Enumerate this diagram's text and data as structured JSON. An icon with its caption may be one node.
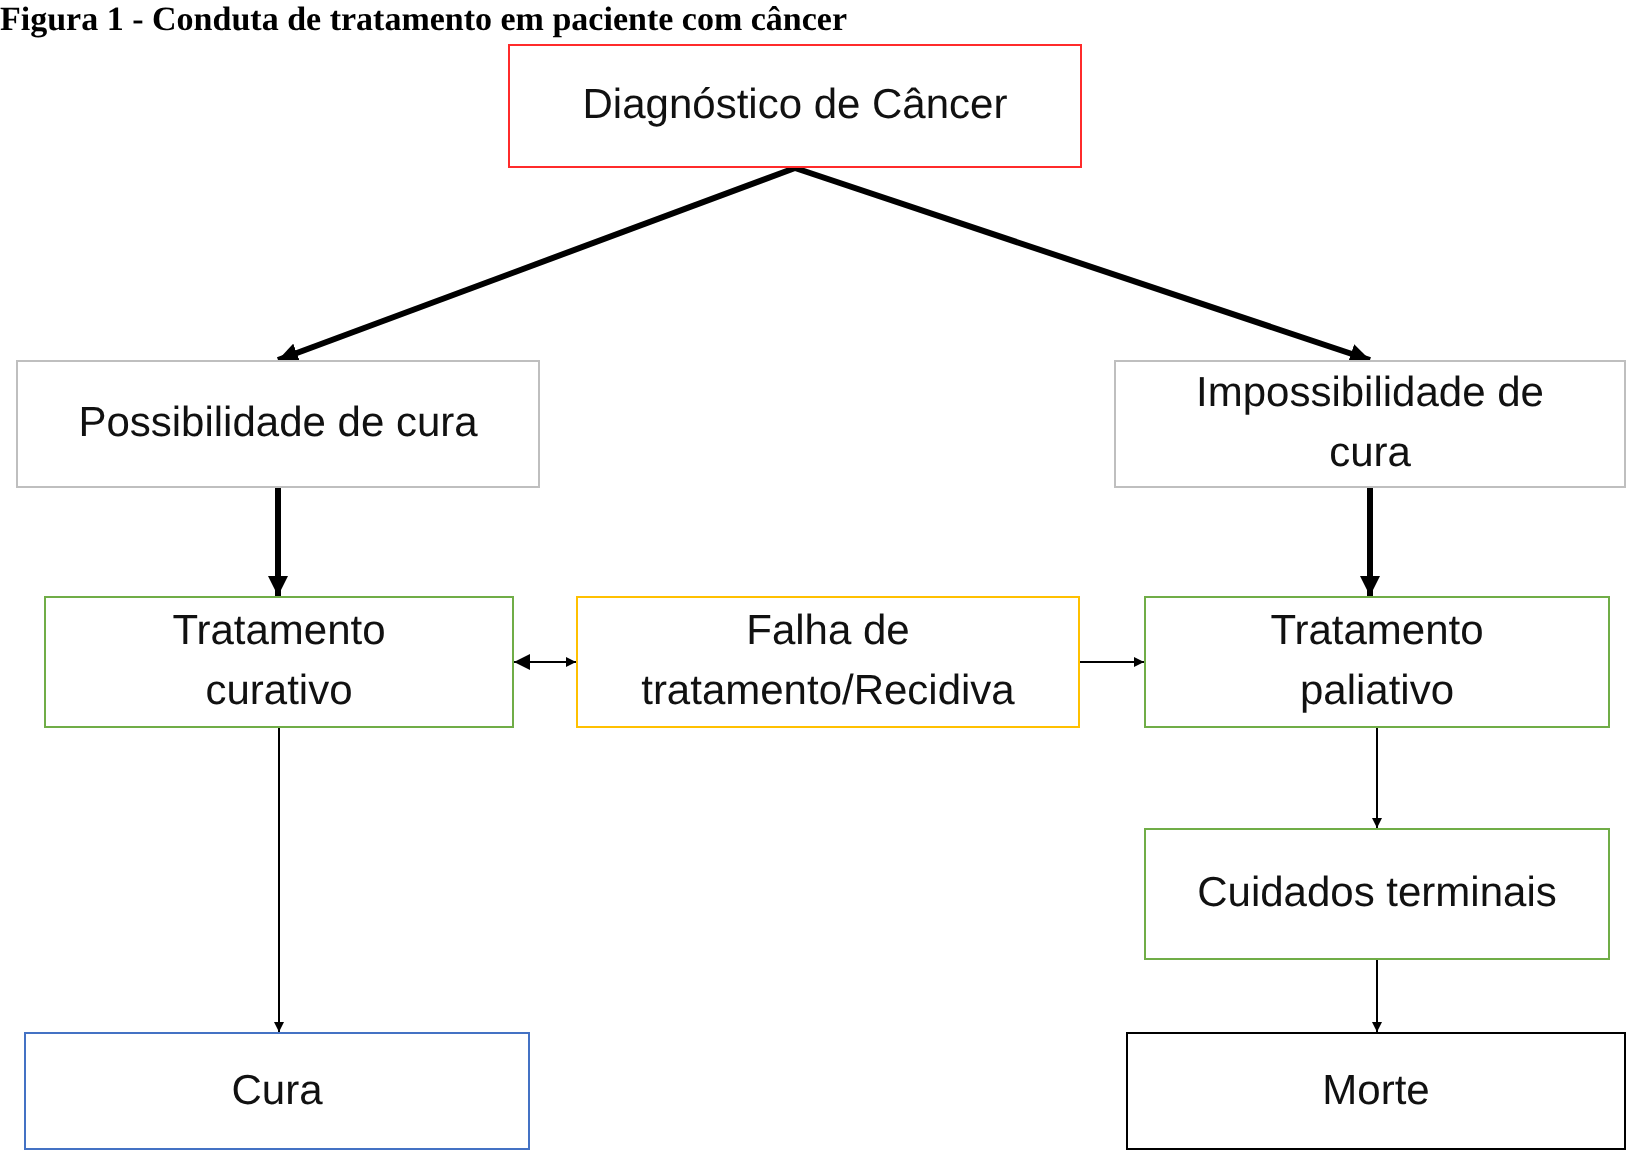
{
  "diagram": {
    "title": "Figura 1 - Conduta de tratamento em paciente com câncer",
    "nodes": [
      {
        "text": [
          "Diagnóstico de Câncer"
        ]
      },
      {
        "text": [
          "Possibilidade de cura"
        ]
      },
      {
        "text": [
          "Impossibilidade de cura"
        ]
      },
      {
        "text": [
          "Tratamento curativo"
        ]
      },
      {
        "text": [
          "Falha de tratamento/Recidiva"
        ]
      },
      {
        "text": [
          "Tratamento paliativo"
        ]
      },
      {
        "text": [
          "Cuidados terminais"
        ]
      },
      {
        "text": [
          "Cura"
        ]
      },
      {
        "text": [
          "Morte"
        ]
      }
    ],
    "edges": [
      {
        "from": 0,
        "to": 1,
        "arrow": "to",
        "style": "thick"
      },
      {
        "from": 0,
        "to": 2,
        "arrow": "to",
        "style": "thick"
      },
      {
        "from": 1,
        "to": 3,
        "arrow": "to",
        "style": "thick"
      },
      {
        "from": 2,
        "to": 5,
        "arrow": "to",
        "style": "thick"
      },
      {
        "from": 3,
        "to": 4,
        "arrow": "both"
      },
      {
        "from": 4,
        "to": 5,
        "arrow": "to"
      },
      {
        "from": 3,
        "to": 7,
        "arrow": "to"
      },
      {
        "from": 5,
        "to": 6,
        "arrow": "to"
      },
      {
        "from": 6,
        "to": 8,
        "arrow": "to"
      }
    ]
  }
}
